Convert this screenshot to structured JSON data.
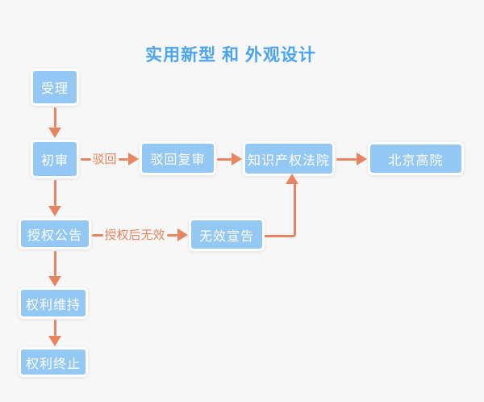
{
  "title": "实用新型 和 外观设计",
  "colors": {
    "background": "#f7f7f7",
    "node_fill": "#94c8f4",
    "node_text": "#ffffff",
    "arrow": "#e8845f",
    "title_text": "#4aa3f3"
  },
  "nodes": [
    {
      "label": "受理"
    },
    {
      "label": "初审"
    },
    {
      "label": "驳回复审"
    },
    {
      "label": "知识产权法院"
    },
    {
      "label": "北京高院"
    },
    {
      "label": "授权公告"
    },
    {
      "label": "无效宣告"
    },
    {
      "label": "权利维持"
    },
    {
      "label": "权利终止"
    }
  ],
  "edges": [
    {
      "from": "受理",
      "to": "初审",
      "label": ""
    },
    {
      "from": "初审",
      "to": "驳回复审",
      "label": "驳回"
    },
    {
      "from": "驳回复审",
      "to": "知识产权法院",
      "label": ""
    },
    {
      "from": "知识产权法院",
      "to": "北京高院",
      "label": ""
    },
    {
      "from": "初审",
      "to": "授权公告",
      "label": ""
    },
    {
      "from": "授权公告",
      "to": "无效宣告",
      "label": "授权后无效"
    },
    {
      "from": "无效宣告",
      "to": "知识产权法院",
      "label": ""
    },
    {
      "from": "授权公告",
      "to": "权利维持",
      "label": ""
    },
    {
      "from": "权利维持",
      "to": "权利终止",
      "label": ""
    }
  ]
}
